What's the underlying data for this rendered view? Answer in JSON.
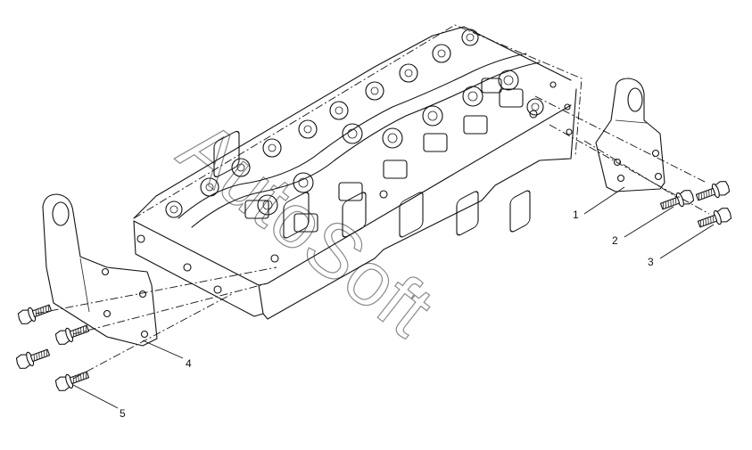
{
  "watermark": {
    "text": "AutoSoft"
  },
  "callouts": [
    {
      "id": "1",
      "label": "1"
    },
    {
      "id": "2",
      "label": "2"
    },
    {
      "id": "3",
      "label": "3"
    },
    {
      "id": "4",
      "label": "4"
    },
    {
      "id": "5",
      "label": "5"
    }
  ],
  "parts": [
    {
      "name": "cylinder-head",
      "icon": "cylinder-head-icon"
    },
    {
      "name": "lifting-eye-bracket-right",
      "icon": "bracket-icon"
    },
    {
      "name": "lifting-eye-bracket-left",
      "icon": "bracket-icon"
    },
    {
      "name": "flange-bolt",
      "icon": "bolt-icon"
    }
  ]
}
